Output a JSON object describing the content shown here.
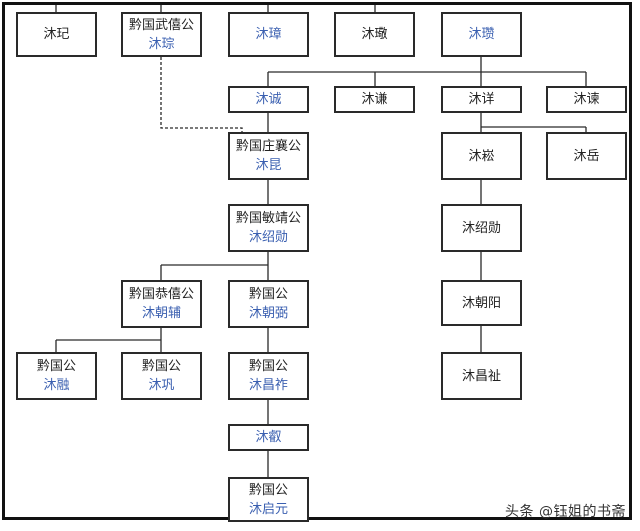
{
  "colors": {
    "border": "#2a2a2a",
    "name_blue": "#3a5fb0",
    "text": "#222222"
  },
  "nodes": {
    "muji": {
      "name": "沐玘"
    },
    "mucong": {
      "title": "黔国武僖公",
      "name": "沐琮"
    },
    "muzhang": {
      "name": "沐璋"
    },
    "muzhuo": {
      "name": "沐璥"
    },
    "muzan": {
      "name": "沐瓒"
    },
    "mucheng": {
      "name": "沐诚"
    },
    "muqian": {
      "name": "沐谦"
    },
    "muxiang": {
      "name": "沐详"
    },
    "musu": {
      "name": "沐谏"
    },
    "mukun": {
      "title": "黔国庄襄公",
      "name": "沐昆"
    },
    "musong": {
      "name": "沐崧"
    },
    "muyue": {
      "name": "沐岳"
    },
    "mushaoxun_a": {
      "title": "黔国敏靖公",
      "name": "沐绍勋"
    },
    "mushaoxun_b": {
      "name": "沐绍勋"
    },
    "muchaofu": {
      "title": "黔国恭僖公",
      "name": "沐朝辅"
    },
    "muchaobi": {
      "title": "黔国公",
      "name": "沐朝弼"
    },
    "muchaoyang": {
      "name": "沐朝阳"
    },
    "murong": {
      "title": "黔国公",
      "name": "沐融"
    },
    "mugong": {
      "title": "黔国公",
      "name": "沐巩"
    },
    "muchangzuo": {
      "title": "黔国公",
      "name": "沐昌祚"
    },
    "muchangzhi": {
      "name": "沐昌祉"
    },
    "muxu": {
      "name": "沐叡"
    },
    "muqiyuan": {
      "title": "黔国公",
      "name": "沐启元"
    }
  },
  "watermark": "头条 @钰姐的书斋"
}
